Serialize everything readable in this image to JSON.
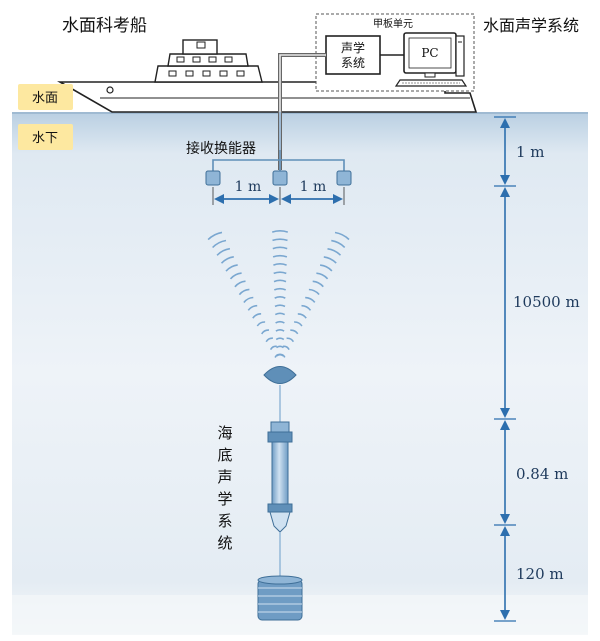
{
  "labels": {
    "ship_title": "水面科考船",
    "surface_system": "水面声学系统",
    "deck_unit": "甲板单元",
    "acoustic_box": [
      "声学",
      "系统"
    ],
    "pc": "PC",
    "water_surface": "水面",
    "underwater": "水下",
    "receiver": "接收换能器",
    "seafloor_system": [
      "海",
      "底",
      "声",
      "学",
      "系",
      "统"
    ]
  },
  "dimensions": {
    "spacing_left": "1 m",
    "spacing_right": "1 m",
    "depth_1": "1 m",
    "depth_2": "10500 m",
    "depth_3": "0.84 m",
    "depth_4": "120 m"
  },
  "colors": {
    "water_top": "#c9d9e8",
    "water_mid": "#e9f0f6",
    "marker_bg": "#fde8a0",
    "device": "#8fb5d6",
    "device_dark": "#5f8fb8",
    "arrow": "#2d6fae",
    "wave": "#7aa7d0"
  }
}
